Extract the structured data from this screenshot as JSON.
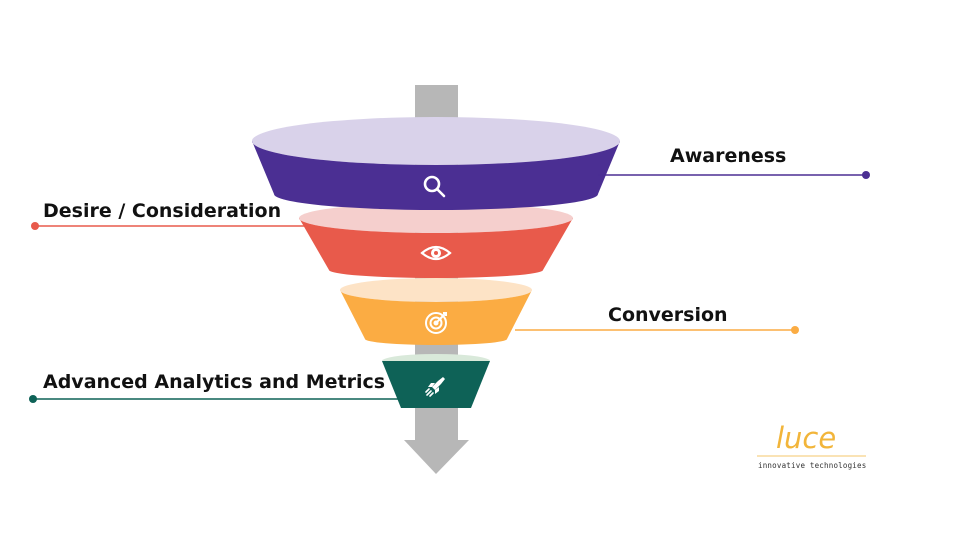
{
  "funnel": {
    "stages": [
      {
        "label": "Awareness",
        "icon": "search-icon",
        "color": "#4b2f93",
        "rim": "#d9d2ea"
      },
      {
        "label": "Desire / Consideration",
        "icon": "eye-icon",
        "color": "#e85a4b",
        "rim": "#f5cfcd"
      },
      {
        "label": "Conversion",
        "icon": "target-icon",
        "color": "#fbac43",
        "rim": "#fde3c6"
      },
      {
        "label": "Advanced Analytics and Metrics",
        "icon": "rocket-icon",
        "color": "#0e6257",
        "rim": "#d9e9da"
      }
    ],
    "arrow_color": "#b7b7b7"
  },
  "logo": {
    "name": "luce",
    "tagline": "innovative technologies",
    "color": "#f2b53a"
  }
}
